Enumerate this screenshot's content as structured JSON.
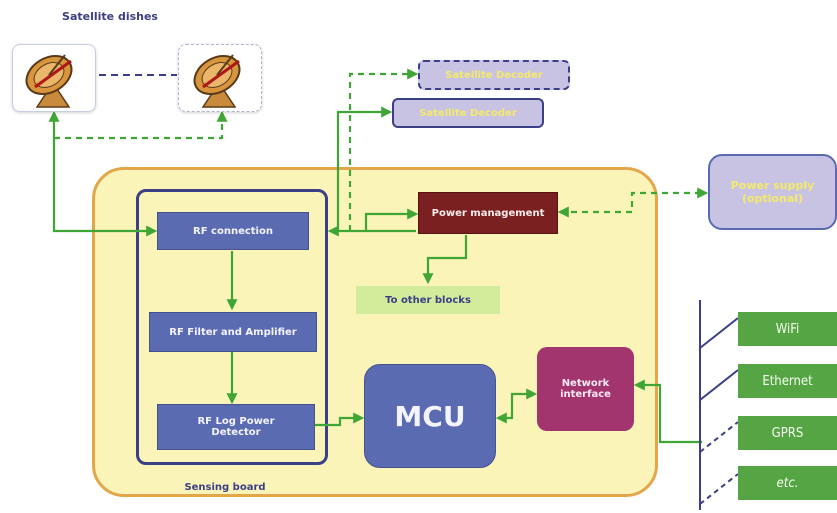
{
  "labels": {
    "satellite_dishes": "Satellite dishes",
    "sensing_board": "Sensing board"
  },
  "decoders": [
    "Satellite Decoder",
    "Satellite Decoder"
  ],
  "blocks": {
    "rf_connection": "RF connection",
    "rf_filter": "RF Filter and Amplifier",
    "rf_detector_line1": "RF Log Power",
    "rf_detector_line2": "Detector",
    "power_management": "Power management",
    "to_other_blocks": "To other blocks",
    "mcu": "MCU",
    "network_interface_line1": "Network",
    "network_interface_line2": "interface",
    "power_supply_line1": "Power supply",
    "power_supply_line2": "(optional)"
  },
  "networks": [
    "WiFi",
    "Ethernet",
    "GPRS",
    "etc."
  ],
  "colors": {
    "board_fill": "#fbf4b8",
    "board_border": "#e4a64a",
    "rf_block": "#5a6bb2",
    "power_management": "#7b2020",
    "network_interface": "#a2346e",
    "network_option": "#55a544",
    "arrow": "#3fa535",
    "decoder_fill": "#c9c3e3",
    "to_other_blocks_fill": "#d2ec9c"
  }
}
